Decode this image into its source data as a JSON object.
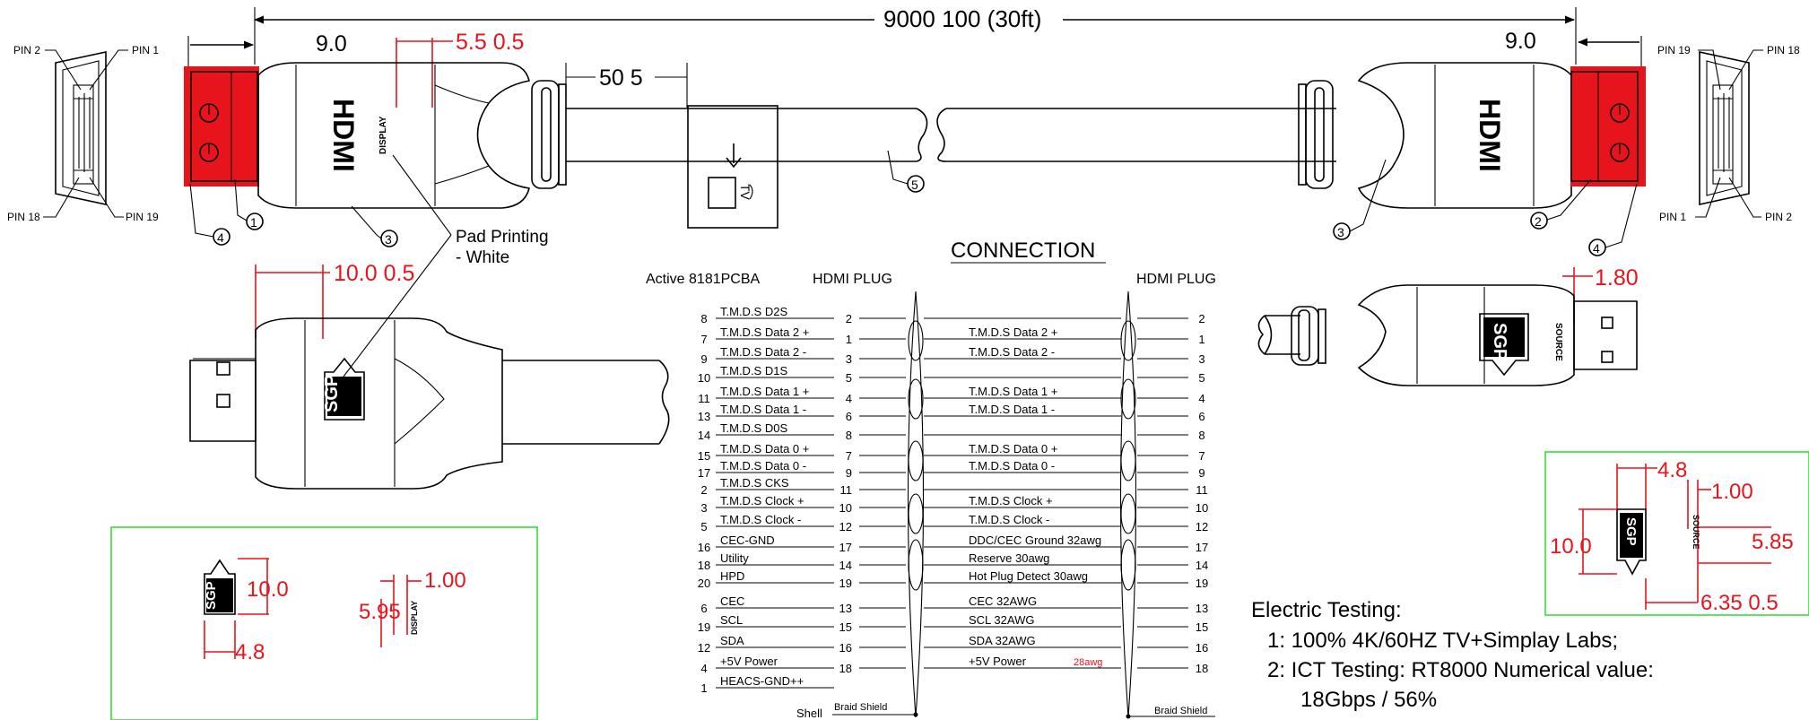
{
  "dims": {
    "overall": "9000  100 (30ft)",
    "left_end": "9.0",
    "right_end": "9.0",
    "top_red": "5.5  0.5",
    "boot": "50  5",
    "plug_len": "10.0  0.5",
    "right_offset": "1.80"
  },
  "pins": {
    "left_pin2": "PIN 2",
    "left_pin1": "PIN 1",
    "left_pin18": "PIN 18",
    "left_pin19": "PIN 19",
    "right_pin19": "PIN 19",
    "right_pin18": "PIN 18",
    "right_pin1": "PIN 1",
    "right_pin2": "PIN 2"
  },
  "callouts": [
    "1",
    "2",
    "3",
    "4",
    "5"
  ],
  "labels": {
    "pad_printing_1": "Pad Printing",
    "pad_printing_2": "- White",
    "display": "DISPLAY",
    "source": "SOURCE",
    "hdmi": "HDMI",
    "sgp": "SGP",
    "tv": "TV"
  },
  "connection": {
    "title": "CONNECTION",
    "left_header_1": "Active 8181PCBA",
    "left_header_2": "HDMI PLUG",
    "right_header": "HDMI PLUG",
    "rows": [
      {
        "ln": "8",
        "lbl": "T.M.D.S  D2S",
        "mn": "2",
        "rl": "",
        "rn": "2"
      },
      {
        "ln": "7",
        "lbl": "T.M.D.S  Data 2 +",
        "mn": "1",
        "rl": "T.M.D.S  Data 2 +",
        "rn": "1"
      },
      {
        "ln": "9",
        "lbl": "T.M.D.S  Data 2 -",
        "mn": "3",
        "rl": "T.M.D.S  Data 2 -",
        "rn": "3"
      },
      {
        "ln": "10",
        "lbl": "T.M.D.S  D1S",
        "mn": "5",
        "rl": "",
        "rn": "5"
      },
      {
        "ln": "11",
        "lbl": "T.M.D.S  Data 1 +",
        "mn": "4",
        "rl": "T.M.D.S  Data 1 +",
        "rn": "4"
      },
      {
        "ln": "13",
        "lbl": "T.M.D.S  Data 1 -",
        "mn": "6",
        "rl": "T.M.D.S  Data 1 -",
        "rn": "6"
      },
      {
        "ln": "14",
        "lbl": "T.M.D.S  D0S",
        "mn": "8",
        "rl": "",
        "rn": "8"
      },
      {
        "ln": "15",
        "lbl": "T.M.D.S  Data 0 +",
        "mn": "7",
        "rl": "T.M.D.S  Data 0 +",
        "rn": "7"
      },
      {
        "ln": "17",
        "lbl": "T.M.D.S  Data 0 -",
        "mn": "9",
        "rl": "T.M.D.S  Data 0 -",
        "rn": "9"
      },
      {
        "ln": "2",
        "lbl": "T.M.D.S  CKS",
        "mn": "11",
        "rl": "",
        "rn": "11"
      },
      {
        "ln": "3",
        "lbl": "T.M.D.S  Clock +",
        "mn": "10",
        "rl": "T.M.D.S  Clock +",
        "rn": "10"
      },
      {
        "ln": "5",
        "lbl": "T.M.D.S  Clock -",
        "mn": "12",
        "rl": "T.M.D.S  Clock -",
        "rn": "12"
      },
      {
        "ln": "16",
        "lbl": "CEC-GND",
        "mn": "17",
        "rl": "DDC/CEC Ground  32awg",
        "rn": "17"
      },
      {
        "ln": "18",
        "lbl": "Utility",
        "mn": "14",
        "rl": "Reserve  30awg",
        "rn": "14"
      },
      {
        "ln": "20",
        "lbl": "HPD",
        "mn": "19",
        "rl": "Hot  Plug  Detect  30awg",
        "rn": "19"
      },
      {
        "ln": "6",
        "lbl": "CEC",
        "mn": "13",
        "rl": "CEC 32AWG",
        "rn": "13"
      },
      {
        "ln": "19",
        "lbl": "SCL",
        "mn": "15",
        "rl": "SCL 32AWG",
        "rn": "15"
      },
      {
        "ln": "12",
        "lbl": "SDA",
        "mn": "16",
        "rl": "SDA 32AWG",
        "rn": "16"
      },
      {
        "ln": "4",
        "lbl": "+5V Power",
        "mn": "18",
        "rl": "+5V Power",
        "rn": "18"
      },
      {
        "ln": "1",
        "lbl": "HEACS-GND++",
        "mn": "",
        "rl": "",
        "rn": ""
      }
    ],
    "power_note": "28awg",
    "shell": "Shell",
    "braid_left": "Braid Shield",
    "braid_right": "Braid Shield"
  },
  "logo_box_left": {
    "h": "10.0",
    "w": "4.8",
    "t": "1.00",
    "h2": "5.95"
  },
  "logo_box_right": {
    "w": "4.8",
    "t": "1.00",
    "h": "10.0",
    "h2": "5.85",
    "off": "6.35  0.5"
  },
  "testing": {
    "title": "Electric Testing:",
    "line1": "1: 100% 4K/60HZ TV+Simplay Labs;",
    "line2": "2:  ICT Testing: RT8000 Numerical value:",
    "line3": "18Gbps / 56%"
  },
  "colors": {
    "accent_red": "#e8141c",
    "box_green": "#35e035"
  }
}
